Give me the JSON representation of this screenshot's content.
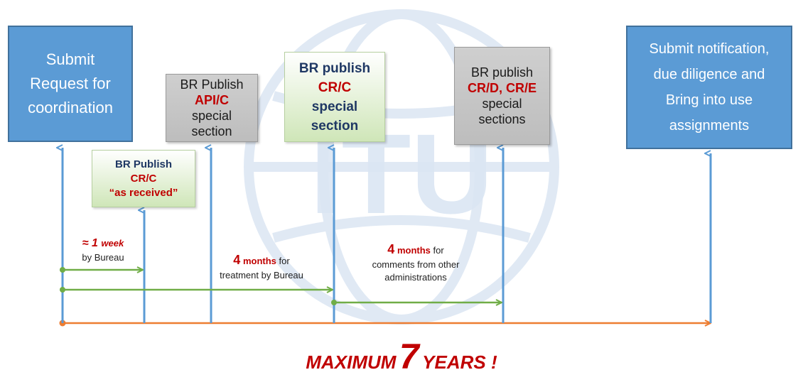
{
  "boxes": {
    "submit_request": [
      "Submit",
      "Request for",
      "coordination"
    ],
    "br_publish_api": {
      "line1": "BR Publish",
      "line2": "API/C",
      "line3": "special",
      "line4": "section"
    },
    "br_publish_cr_received": {
      "line1": "BR Publish",
      "line2": "CR/C",
      "line3": "“as received”"
    },
    "br_publish_cr_special": {
      "line1": "BR publish",
      "line2": "CR/C",
      "line3": "special",
      "line4": "section"
    },
    "br_publish_crd_cre": {
      "line1": "BR publish",
      "line2": "CR/D, CR/E",
      "line3": "special",
      "line4": "sections"
    },
    "submit_notification": [
      "Submit notification,",
      "due diligence and",
      "Bring into use",
      "assignments"
    ]
  },
  "labels": {
    "one_week": {
      "approx": "≈ 1",
      "unit": "week",
      "desc": "by Bureau"
    },
    "four_months_treatment": {
      "num": "4",
      "unit": "months",
      "tail": "for",
      "desc": "treatment by Bureau"
    },
    "four_months_comments": {
      "num": "4",
      "unit": "months",
      "tail": "for",
      "desc1": "comments from other",
      "desc2": "administrations"
    }
  },
  "footer": {
    "prefix": "MAXIMUM",
    "number": "7",
    "suffix": "YEARS !"
  },
  "watermark": "ITU",
  "colors": {
    "blue_box": "#5b9bd5",
    "arrow_blue": "#5b9bd5",
    "arrow_green": "#70ad47",
    "timeline": "#ed7d31",
    "red": "#c00000",
    "dark_blue": "#1f3864"
  }
}
